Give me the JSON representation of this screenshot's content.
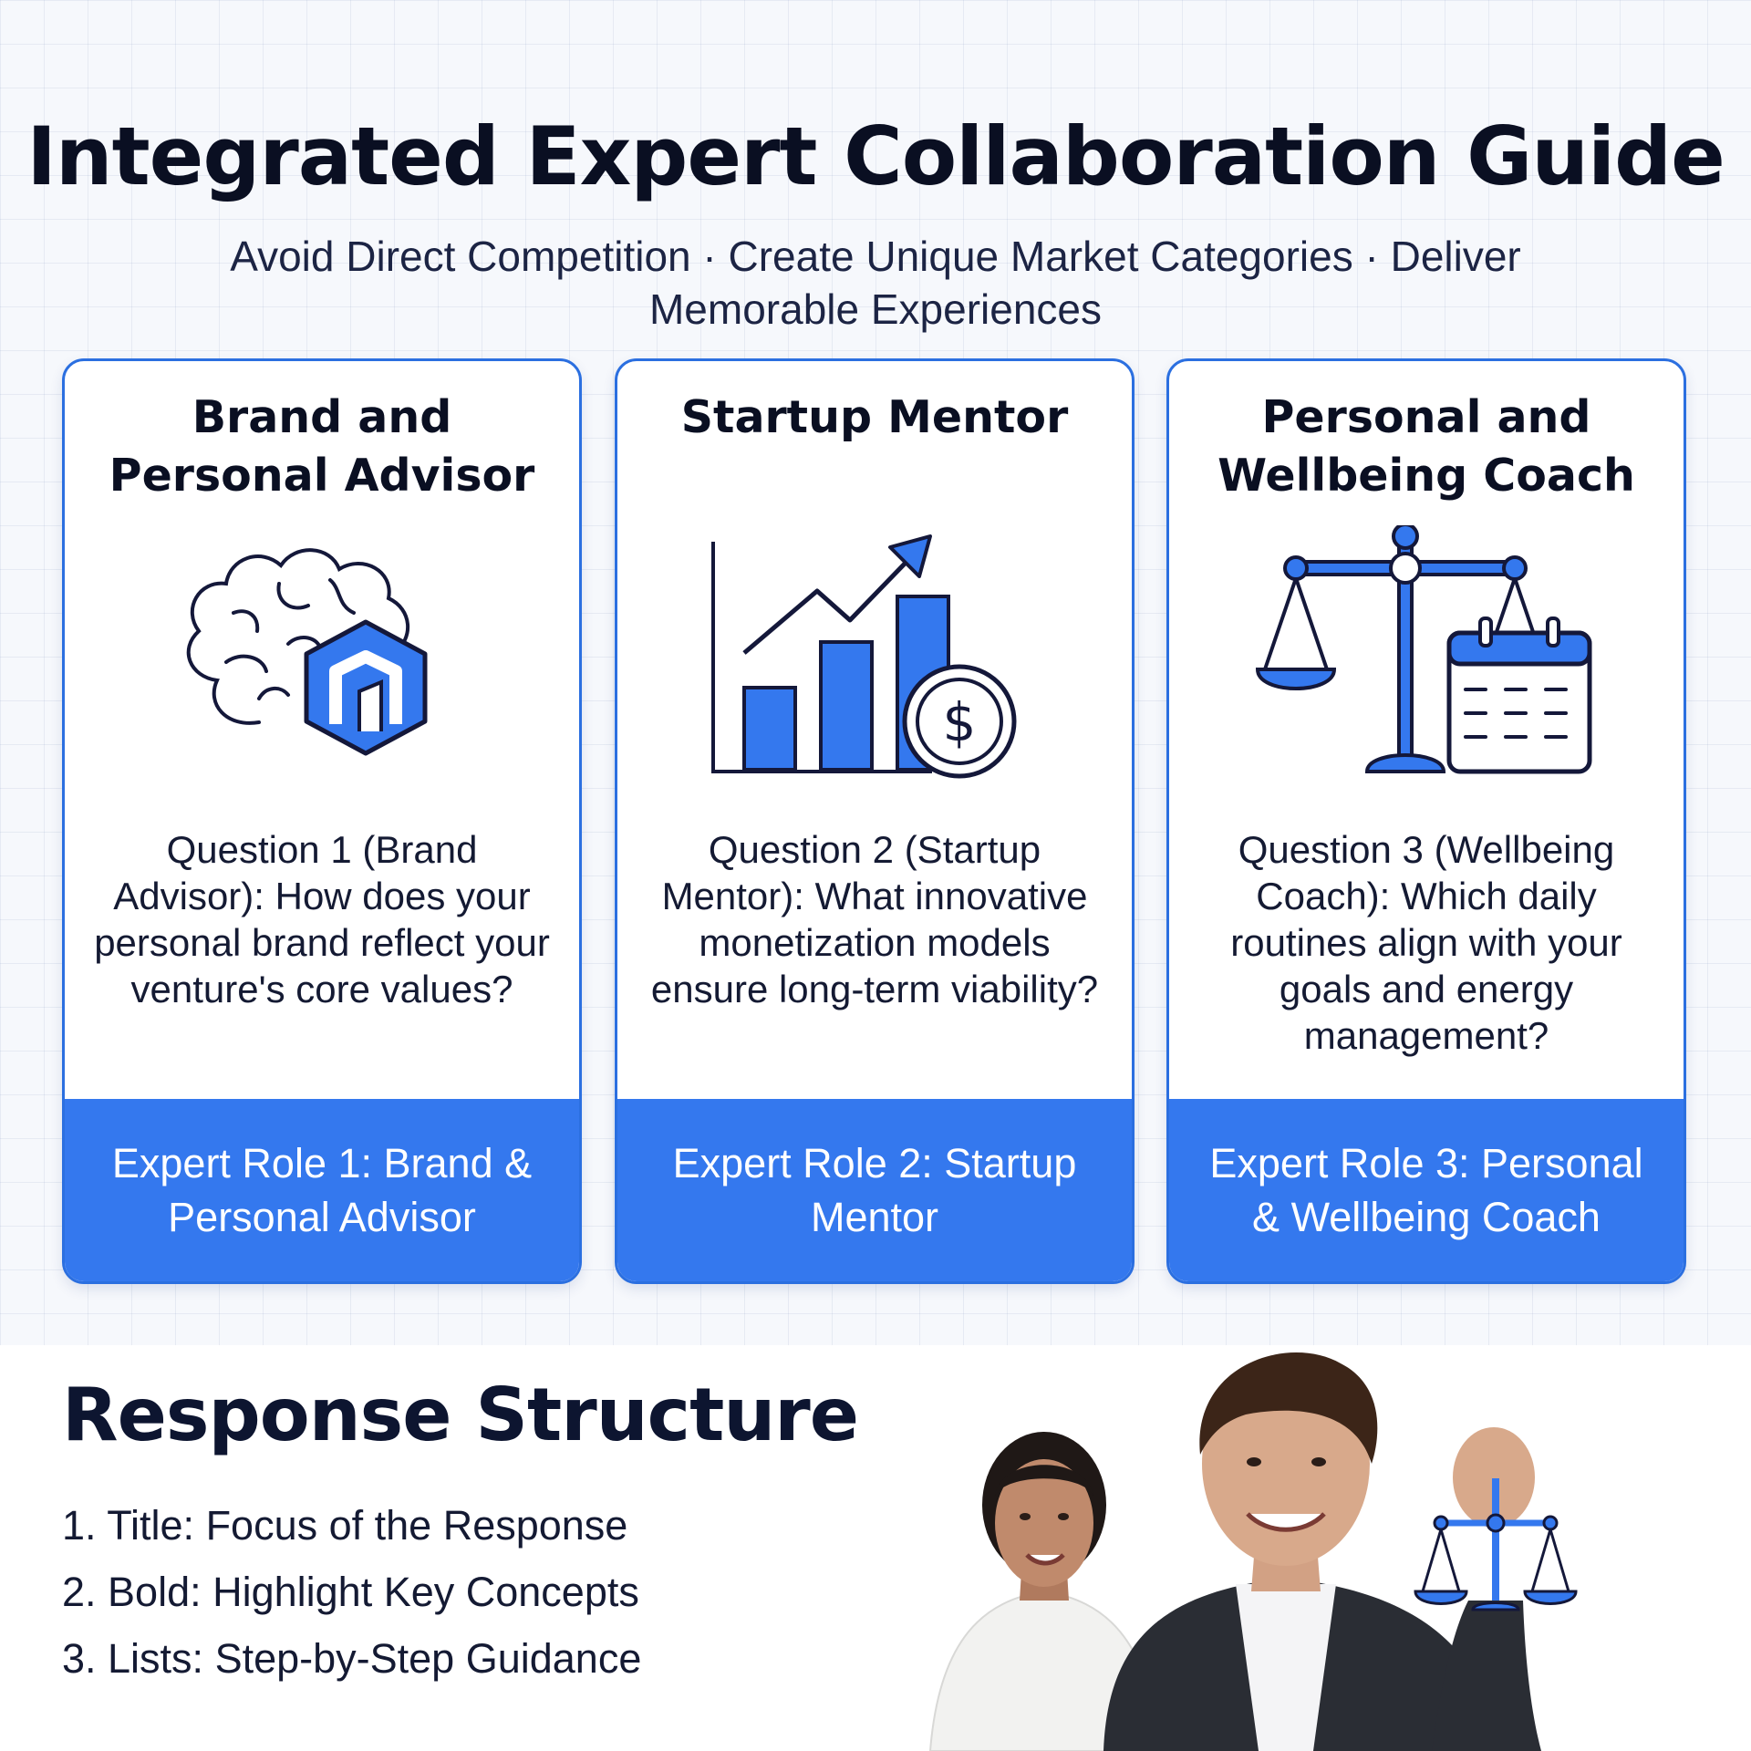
{
  "header": {
    "title": "Integrated Expert Collaboration Guide",
    "subtitle": "Avoid Direct Competition · Create Unique Market Categories · Deliver Memorable Experiences"
  },
  "cards": [
    {
      "title": "Brand and Personal Advisor",
      "icon": "brain-hexagon-icon",
      "question": "Question 1 (Brand Advisor): How does your personal brand reflect your venture's core values?",
      "footer": "Expert Role 1: Brand & Personal Advisor"
    },
    {
      "title": "Startup Mentor",
      "icon": "growth-chart-dollar-icon",
      "question": "Question 2 (Startup Mentor): What innovative monetization models ensure long-term viability?",
      "footer": "Expert Role 2: Startup Mentor"
    },
    {
      "title": "Personal and Wellbeing Coach",
      "icon": "balance-scale-calendar-icon",
      "question": "Question 3 (Wellbeing Coach): Which daily routines align with your goals and energy management?",
      "footer": "Expert Role 3: Personal & Wellbeing Coach"
    }
  ],
  "response_structure": {
    "heading": "Response Structure",
    "items": [
      "1. Title: Focus of the Response",
      "2. Bold: Highlight Key Concepts",
      "3. Lists: Step-by-Step Guidance"
    ]
  },
  "colors": {
    "accent": "#3478ee",
    "card_border": "#2b6fe0",
    "icon_stroke": "#14183a",
    "text_dark": "#0a0f22"
  }
}
